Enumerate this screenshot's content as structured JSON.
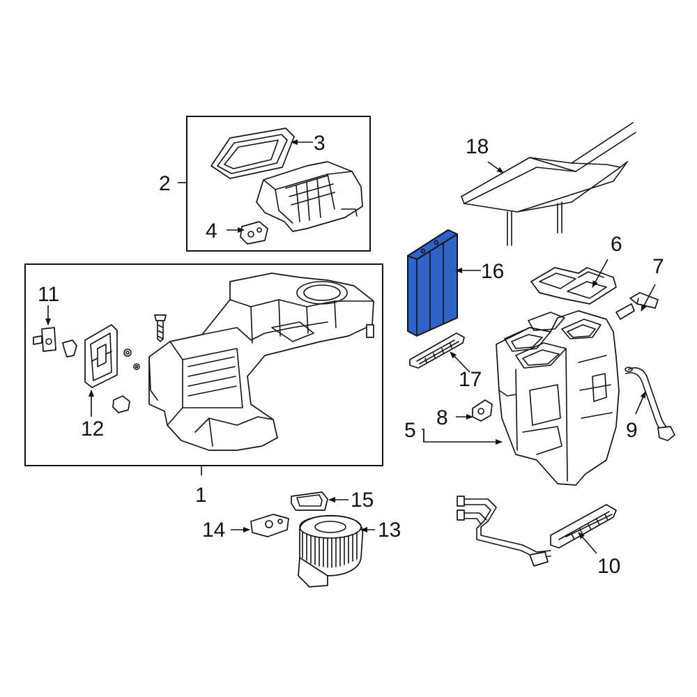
{
  "callouts": {
    "c1": "1",
    "c2": "2",
    "c3": "3",
    "c4": "4",
    "c5": "5",
    "c6": "6",
    "c7": "7",
    "c8": "8",
    "c9": "9",
    "c10": "10",
    "c11": "11",
    "c12": "12",
    "c13": "13",
    "c14": "14",
    "c15": "15",
    "c16": "16",
    "c17": "17",
    "c18": "18"
  },
  "colors": {
    "highlight": "#2f63c7",
    "line": "#111111"
  },
  "highlighted_part": "16"
}
